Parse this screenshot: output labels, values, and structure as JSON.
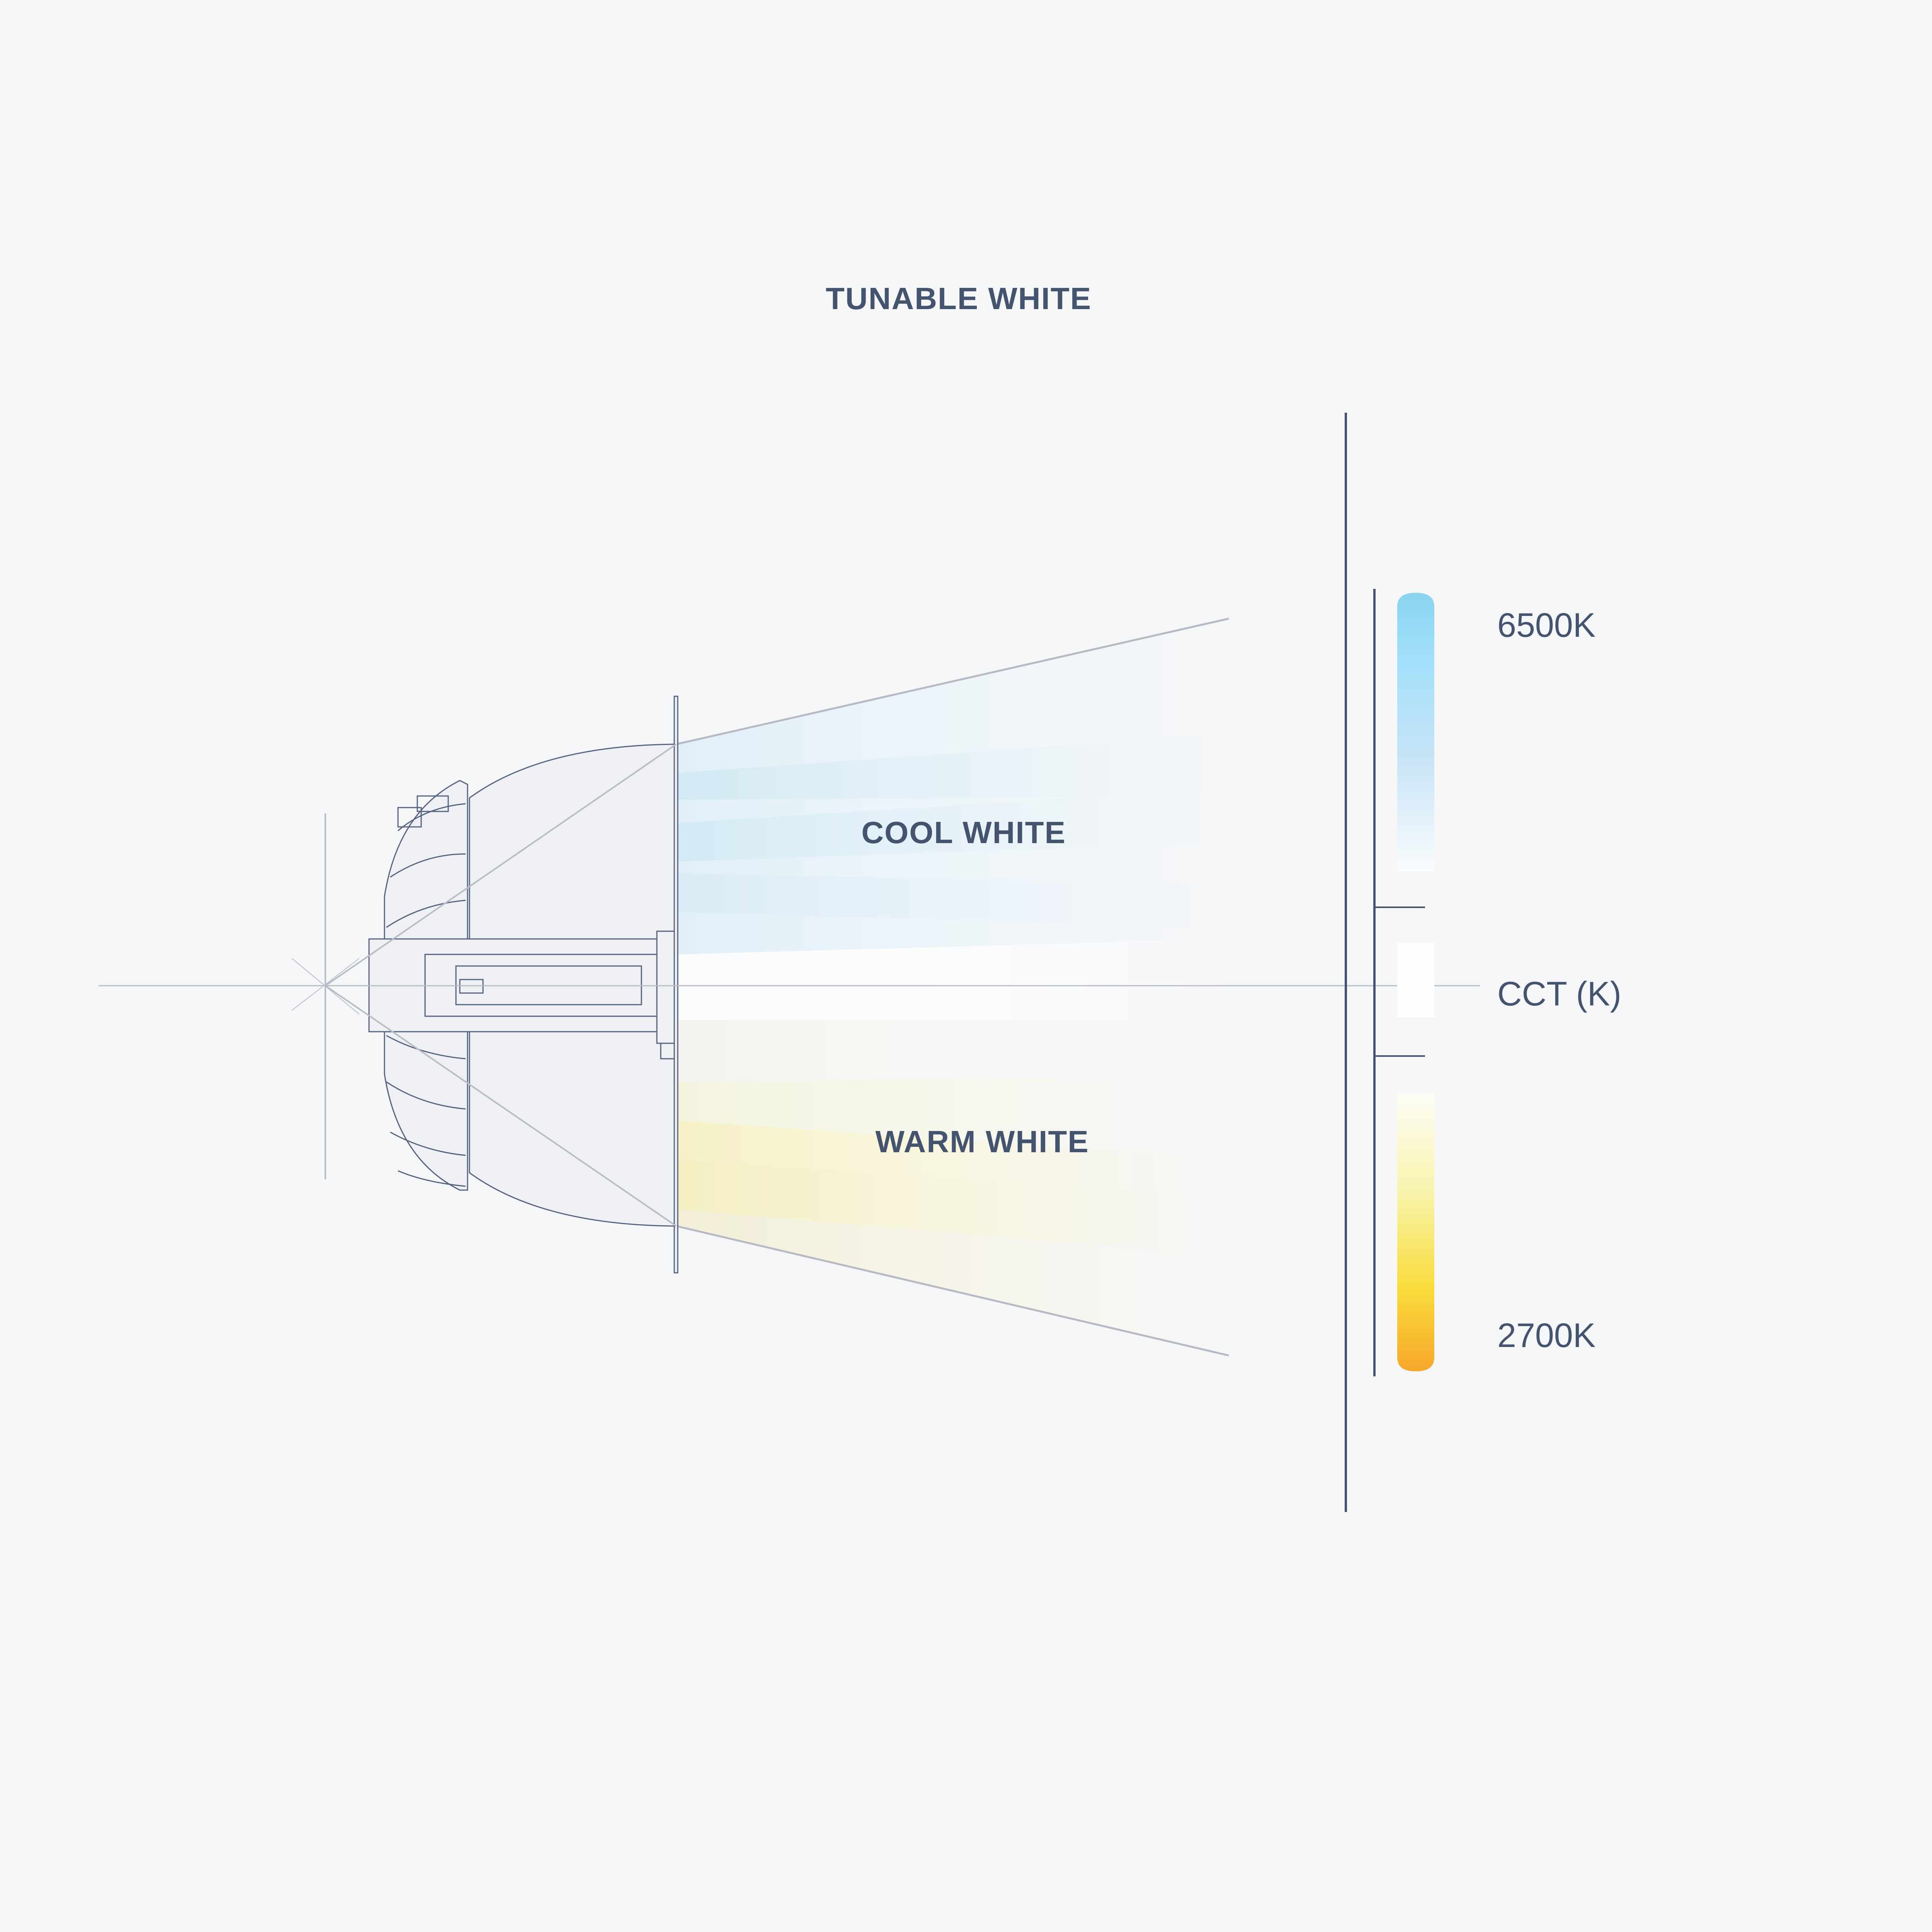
{
  "title": "TUNABLE WHITE",
  "beam_labels": {
    "cool": "COOL WHITE",
    "warm": "WARM WHITE"
  },
  "scale": {
    "top_label": "6500K",
    "middle_label": "CCT (K)",
    "bottom_label": "2700K"
  },
  "colors": {
    "text": "#44546f",
    "cool_top": "#8ad3ef",
    "cool_mid": "#a3e0fb",
    "warm_mid": "#f9dc3c",
    "warm_bottom": "#f7a72a",
    "axis": "#3f4c68"
  }
}
